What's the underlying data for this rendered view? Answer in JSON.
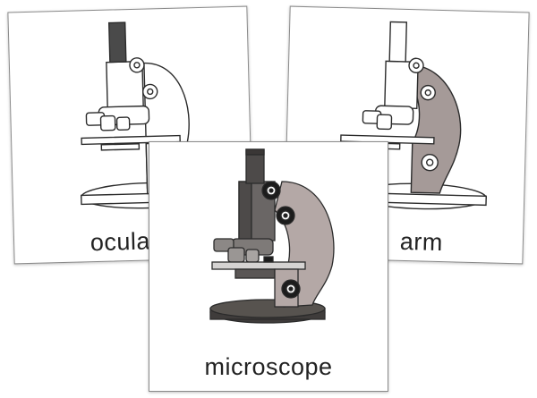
{
  "cards": [
    {
      "label": "ocular",
      "highlight": "ocular",
      "highlight_color": "#4a4a4a"
    },
    {
      "label": "arm",
      "highlight": "arm",
      "highlight_color": "#a59a98"
    },
    {
      "label": "microscope",
      "highlight": "all"
    }
  ],
  "colors": {
    "outline": "#2b2b2b",
    "tube_dark": "#4d4a49",
    "body_gray": "#b4b2b1",
    "arm_pink": "#b4a8a6",
    "base_dark": "#3f3c3b",
    "knob_dark": "#1c1c1c"
  }
}
